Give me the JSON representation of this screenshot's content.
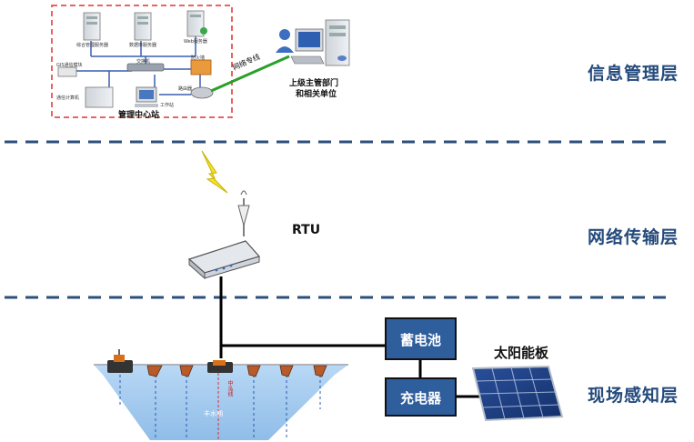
{
  "layers": [
    {
      "label": "信息管理层"
    },
    {
      "label": "网络传输层"
    },
    {
      "label": "现场感知层"
    }
  ],
  "management": {
    "center_label": "管理中心站",
    "link_label": "网络专线",
    "superior_line1": "上级主管部门",
    "superior_line2": "和相关单位",
    "servers": [
      "综合管理服务器",
      "数据库服务器",
      "Web服务器"
    ],
    "equipment": [
      "交换机",
      "防火墙",
      "路由器",
      "工作站",
      "GIS通信模块",
      "通信计算机"
    ]
  },
  "network": {
    "rtu_label": "RTU"
  },
  "field": {
    "battery_label": "蓄电池",
    "charger_label": "充电器",
    "solar_label": "太阳能板",
    "mid_line_label": "中泓线",
    "channel_label": "丰水期"
  },
  "colors": {
    "layer_text": "#244a7c",
    "dash_line": "#2d4f7c",
    "box_fill": "#2e5e9c",
    "center_border": "#e03030",
    "network_link": "#2aa02a",
    "water": "#a8cdef"
  }
}
